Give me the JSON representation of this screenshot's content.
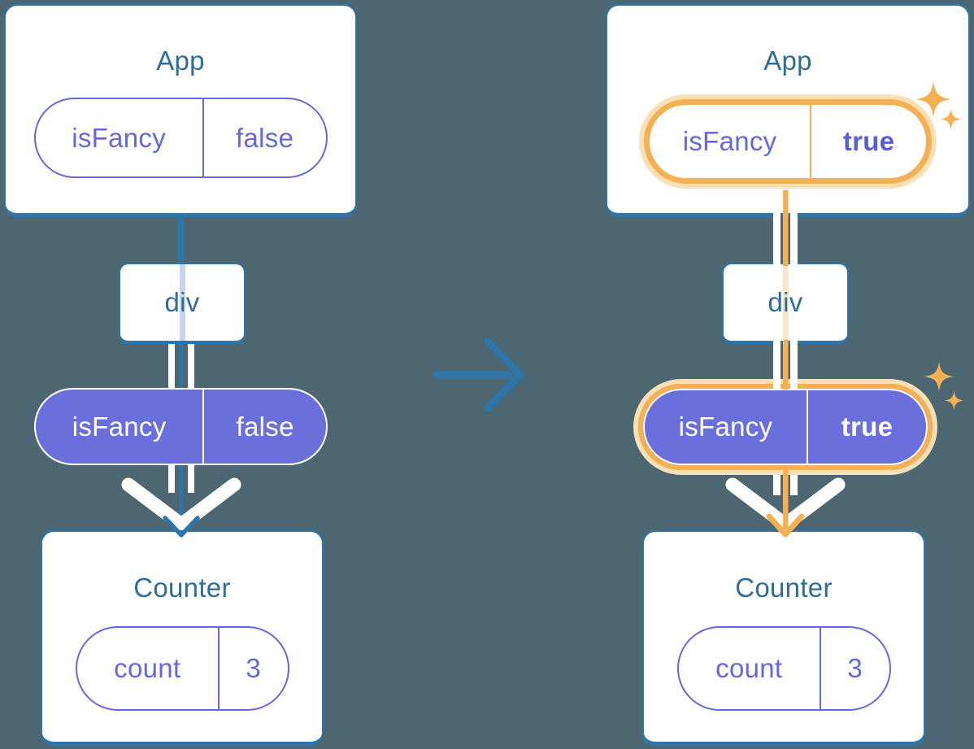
{
  "diagram": {
    "before": {
      "app": {
        "title": "App",
        "prop_name": "isFancy",
        "prop_value": "false"
      },
      "div_box": {
        "label": "div"
      },
      "passed_prop": {
        "name": "isFancy",
        "value": "false"
      },
      "counter": {
        "title": "Counter",
        "state_name": "count",
        "state_value": "3"
      }
    },
    "after": {
      "app": {
        "title": "App",
        "prop_name": "isFancy",
        "prop_value": "true"
      },
      "div_box": {
        "label": "div"
      },
      "passed_prop": {
        "name": "isFancy",
        "value": "true"
      },
      "counter": {
        "title": "Counter",
        "state_name": "count",
        "state_value": "3"
      }
    },
    "icons": {
      "transition_arrow": "right-arrow",
      "sparkle": "four-point-star",
      "flow_arrow": "down-arrow"
    },
    "colors": {
      "background": "#4C6771",
      "stroke_blue": "#2E76A9",
      "title_text": "#2E6D99",
      "purple": "#6B6FDC",
      "purple_value_bold": "#5A5DD6",
      "highlight_orange": "#F6B054",
      "highlight_glow": "#FAE0B4",
      "thread_light_blue": "#C9D4EE",
      "thread_light_orange": "#FAE7C9",
      "white": "#FFFFFF"
    }
  }
}
